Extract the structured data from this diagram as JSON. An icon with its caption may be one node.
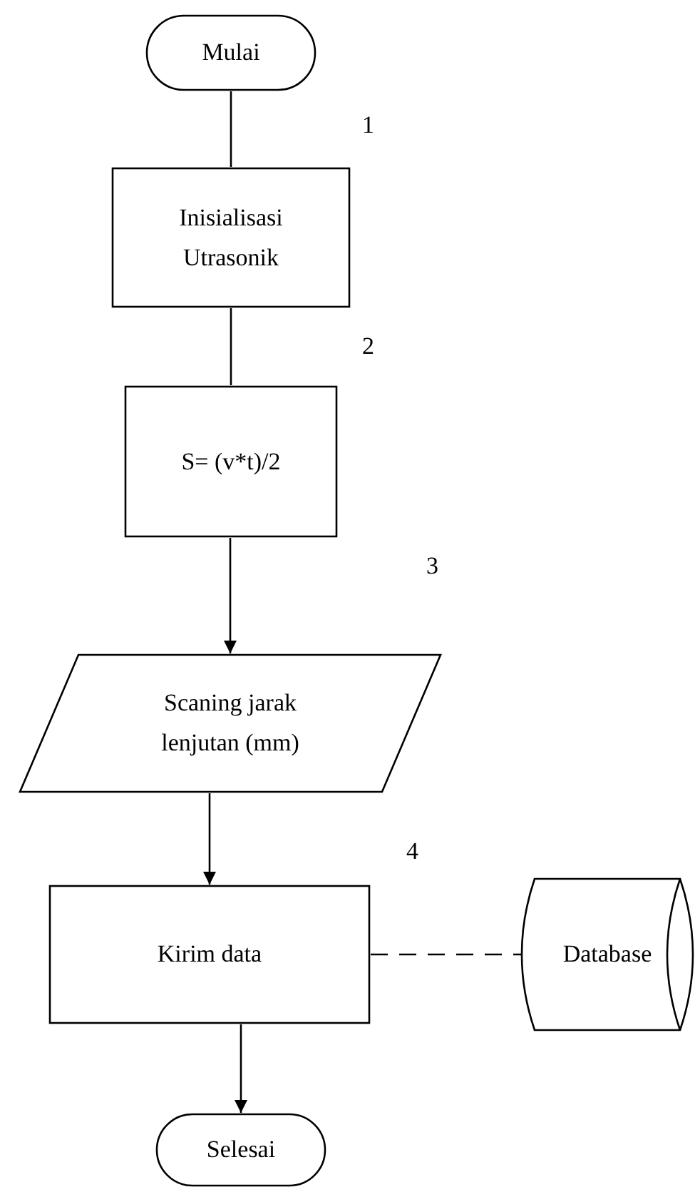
{
  "diagram": {
    "nodes": [
      {
        "text": [
          "Mulai"
        ]
      },
      {
        "text": [
          "Inisialisasi Utrasonik"
        ]
      },
      {
        "text": [
          "S= (v*t)/2"
        ]
      },
      {
        "text": [
          "Scaning jarak lenjutan (mm)"
        ]
      },
      {
        "text": [
          "Kirim data"
        ]
      },
      {
        "text": [
          "Database"
        ]
      },
      {
        "text": [
          "Selesai"
        ]
      }
    ],
    "edges": [
      {
        "from": 0,
        "to": 1,
        "arrow": "none"
      },
      {
        "from": 1,
        "to": 2,
        "arrow": "none"
      },
      {
        "from": 2,
        "to": 3,
        "arrow": "to"
      },
      {
        "from": 3,
        "to": 4,
        "arrow": "to"
      },
      {
        "from": 4,
        "to": 5,
        "arrow": "none",
        "style": "dashed"
      },
      {
        "from": 4,
        "to": 6,
        "arrow": "to"
      }
    ],
    "labels": [
      "1",
      "2",
      "3",
      "4"
    ]
  }
}
